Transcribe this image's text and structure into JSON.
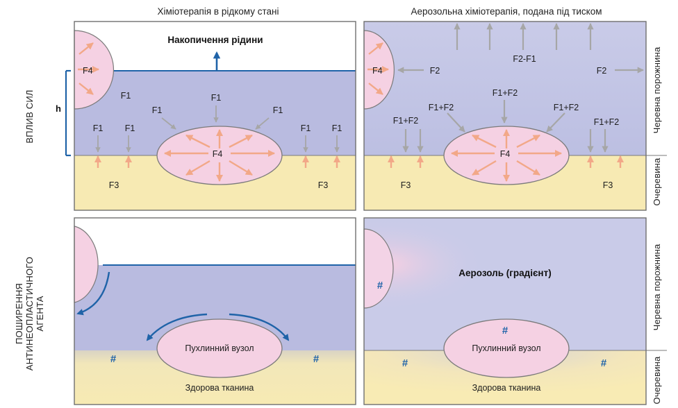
{
  "headers": {
    "left": "Хіміотерапія в рідкому стані",
    "right": "Аерозольна хіміотерапія, подана під тиском"
  },
  "row_labels": {
    "top": "ВПЛИВ СИЛ",
    "bottom_line1": "ПОШИРЕННЯ",
    "bottom_line2": "АНТИНЕОПЛАСТИЧНОГО",
    "bottom_line3": "АГЕНТА"
  },
  "right_labels": {
    "cavity_top": "Черевна порожнина",
    "peritoneum_top": "Очеревина",
    "cavity_bottom": "Черевна порожнина",
    "peritoneum_bottom": "Очеревина"
  },
  "h_label": "h",
  "panel_tl": {
    "title": "Накопичення рідини",
    "f4": "F4",
    "f1": "F1",
    "f3": "F3"
  },
  "panel_tr": {
    "f4": "F4",
    "f2": "F2",
    "f2_minus_f1": "F2-F1",
    "f1_plus_f2": "F1+F2",
    "f3": "F3"
  },
  "panel_bl": {
    "nodule": "Пухлинний вузол",
    "tissue": "Здорова тканина",
    "hash": "#"
  },
  "panel_br": {
    "title": "Аерозоль (градієнт)",
    "nodule": "Пухлинний вузол",
    "tissue": "Здорова тканина",
    "hash": "#"
  },
  "colors": {
    "cavity": "#b9bbe0",
    "tissue": "#f7eab3",
    "nodule": "#f5d1e3",
    "blue_arrow": "#1f63a8",
    "orange_arrow": "#f2a888",
    "gray_arrow": "#a6a6a6"
  }
}
